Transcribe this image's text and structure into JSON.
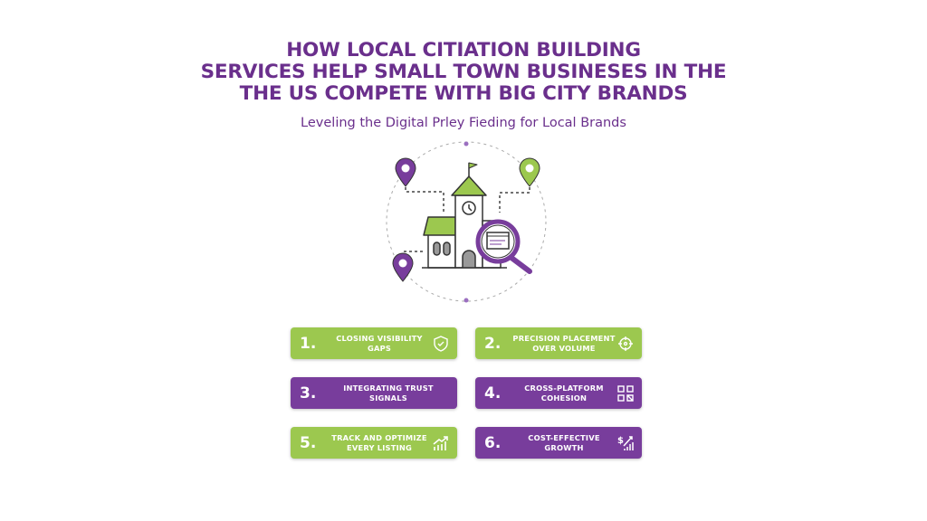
{
  "header": {
    "title_lines": [
      "HOW LOCAL CITIATION BUILDING",
      "SERVICES HELP SMALL TOWN BUSINESES IN THE",
      "THE US COMPETE WITH BIG CITY BRANDS"
    ],
    "subtitle": "Leveling the Digital Prley Fieding for Local Brands"
  },
  "colors": {
    "purple": "#783d9c",
    "green": "#9cc84f",
    "title": "#6a2f8c"
  },
  "cards": [
    {
      "num": "1.",
      "label": "Closing Visibility Gaps",
      "icon": "shield-check-icon",
      "color": "green"
    },
    {
      "num": "2.",
      "label": "Precision Placement Over Volume",
      "icon": "crosshair-icon",
      "color": "green"
    },
    {
      "num": "3.",
      "label": "Integrating Trust Signals",
      "icon": "none",
      "color": "purple"
    },
    {
      "num": "4.",
      "label": "Cross-Platform Cohesion",
      "icon": "grid-icon",
      "color": "purple"
    },
    {
      "num": "5.",
      "label": "Track and Optimize Every Listing",
      "icon": "growth-chart-icon",
      "color": "green"
    },
    {
      "num": "6.",
      "label": "Cost-Effective Growth",
      "icon": "dollar-growth-icon",
      "color": "purple"
    }
  ]
}
